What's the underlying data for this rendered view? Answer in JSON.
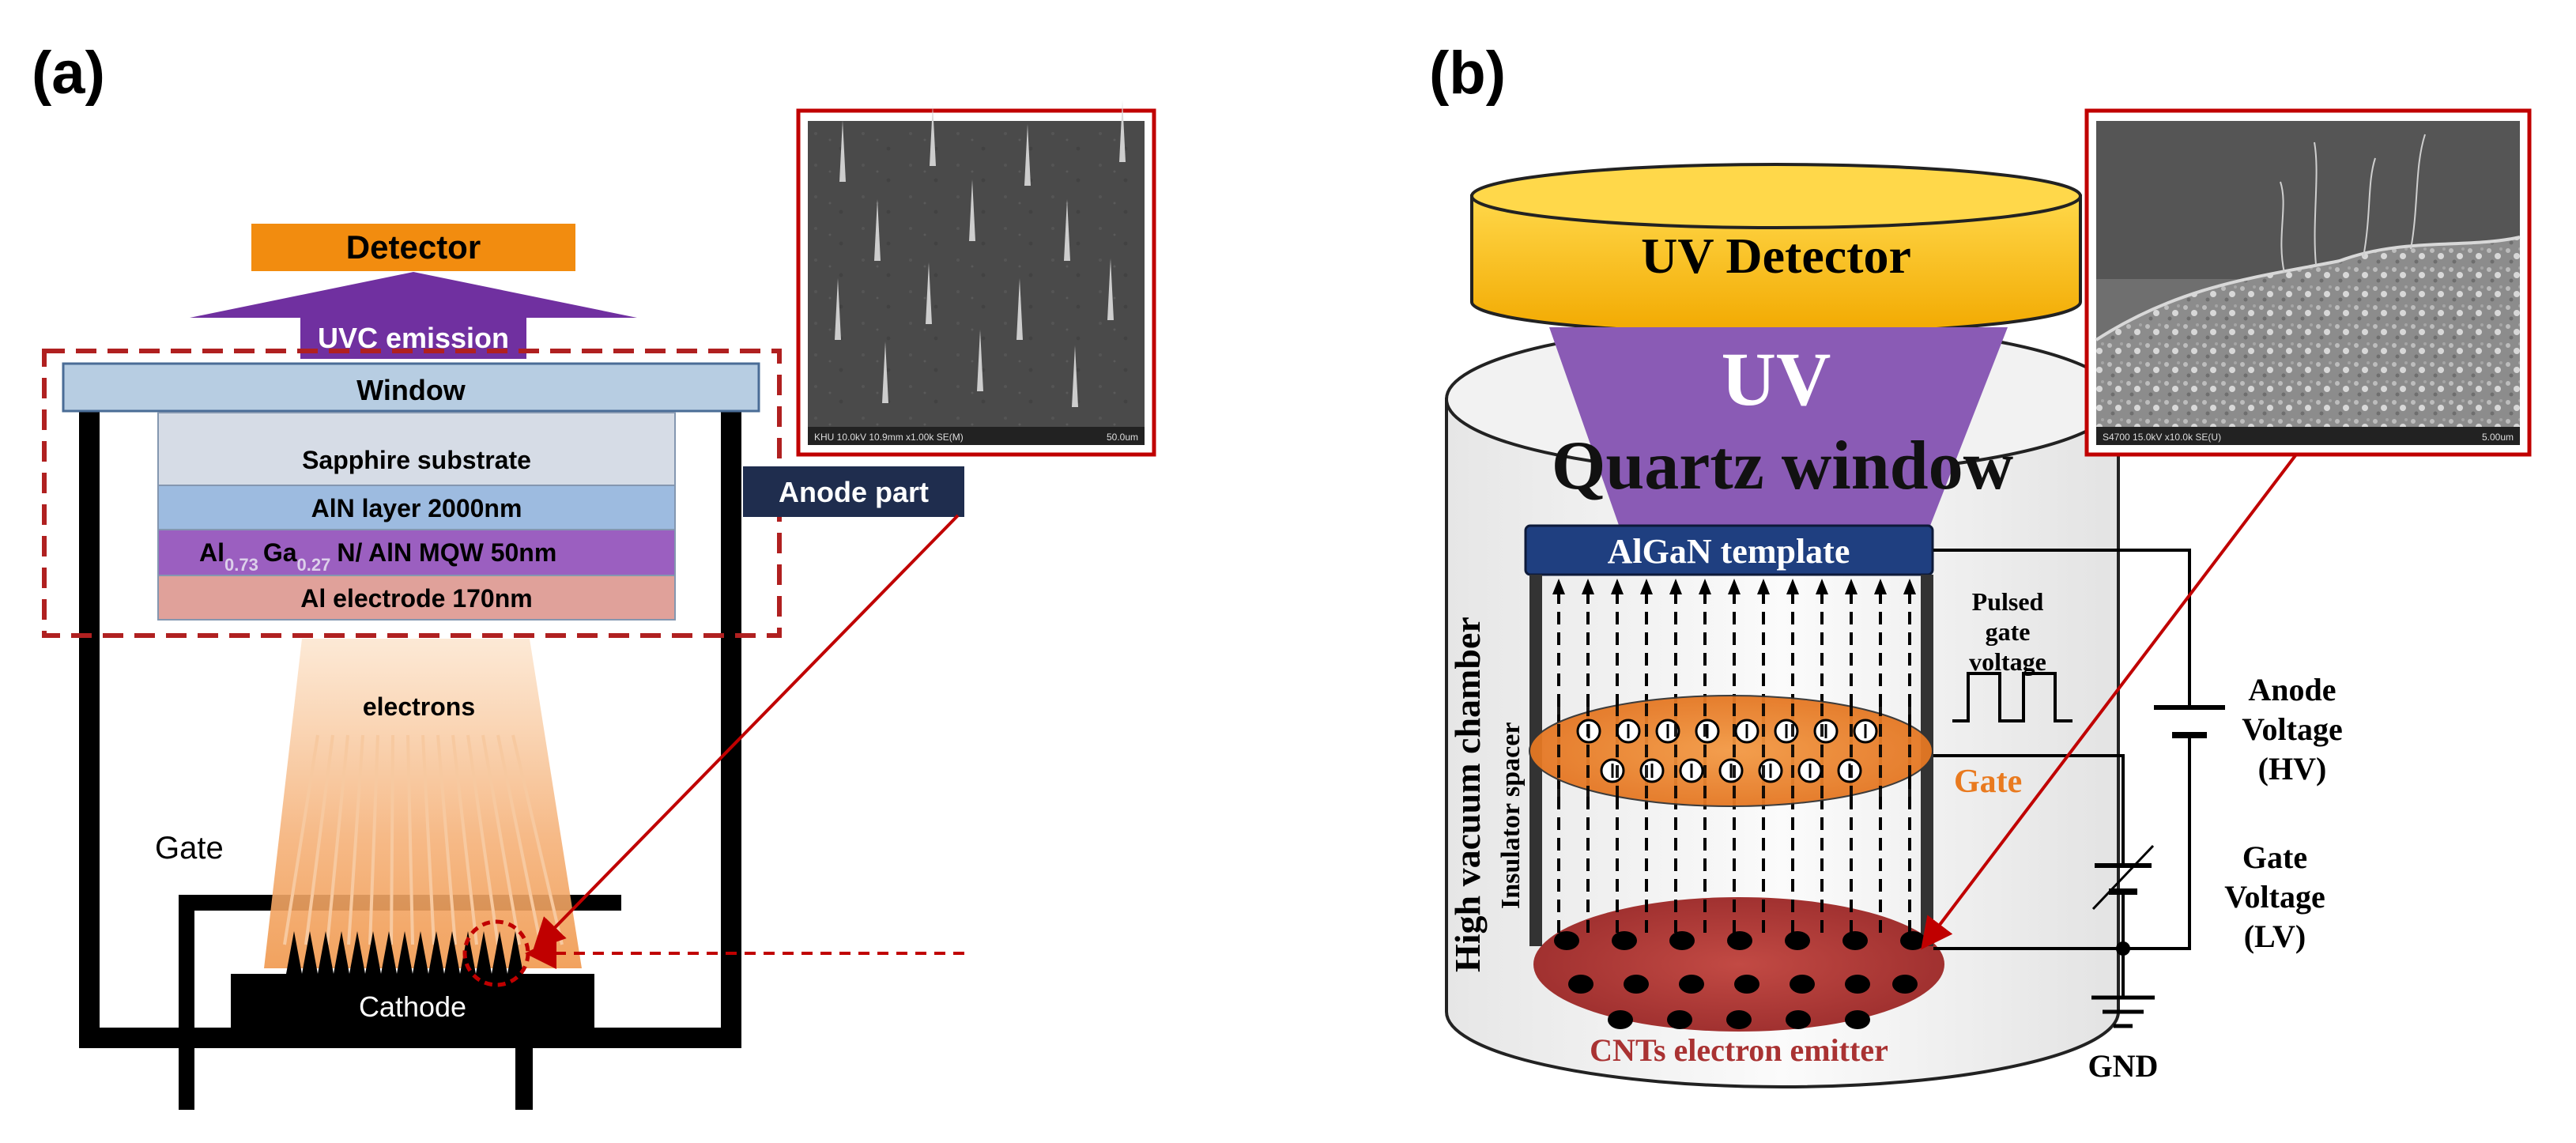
{
  "panel_a": {
    "label": "(a)",
    "detector": "Detector",
    "uvc_emission": "UVC emission",
    "window": "Window",
    "layers": {
      "sapphire": "Sapphire substrate",
      "aln_layer": "AlN layer 2000nm",
      "mqw": {
        "al": "Al",
        "al_sub": "0.73",
        "ga": "Ga",
        "ga_sub": "0.27",
        "rest": "N/ AlN MQW 50nm"
      },
      "electrode": "Al electrode 170nm"
    },
    "anode_part": "Anode part",
    "electrons": "electrons",
    "gate": "Gate",
    "cathode": "Cathode",
    "sem_caption": "KHU 10.0kV 10.9mm x1.00k SE(M)",
    "sem_scale": "50.0um"
  },
  "panel_b": {
    "label": "(b)",
    "uv_detector": "UV Detector",
    "uv": "UV",
    "quartz_window": "Quartz window",
    "algan_template": "AlGaN template",
    "chamber": "High vacuum chamber",
    "spacer": "Insulator spacer",
    "pulsed_gate_voltage": [
      "Pulsed",
      "gate",
      "voltage"
    ],
    "gate": "Gate",
    "anode_voltage": [
      "Anode",
      "Voltage",
      "(HV)"
    ],
    "gate_voltage": [
      "Gate",
      "Voltage",
      "(LV)"
    ],
    "gnd": "GND",
    "cnt_emitter": "CNTs electron emitter",
    "sem_caption": "S4700 15.0kV x10.0k SE(U)",
    "sem_scale": "5.00um"
  },
  "colors": {
    "detector_orange": "#f28c0f",
    "uvc_purple": "#7030a0",
    "window_blue": "#b7cde2",
    "sapphire": "#d6dce6",
    "aln": "#9dbbe0",
    "mqw_purple": "#9b5fc0",
    "electrode_red": "#e0a19a",
    "anode_navy": "#1f2d4e",
    "callout_red": "#c00000",
    "uv_detector_yellow": "#f5b800",
    "uv_beam_purple": "#8a5bb5",
    "algan_navy": "#1f3f80",
    "gate_orange": "#e97a1f",
    "emitter_red": "#a93232"
  }
}
